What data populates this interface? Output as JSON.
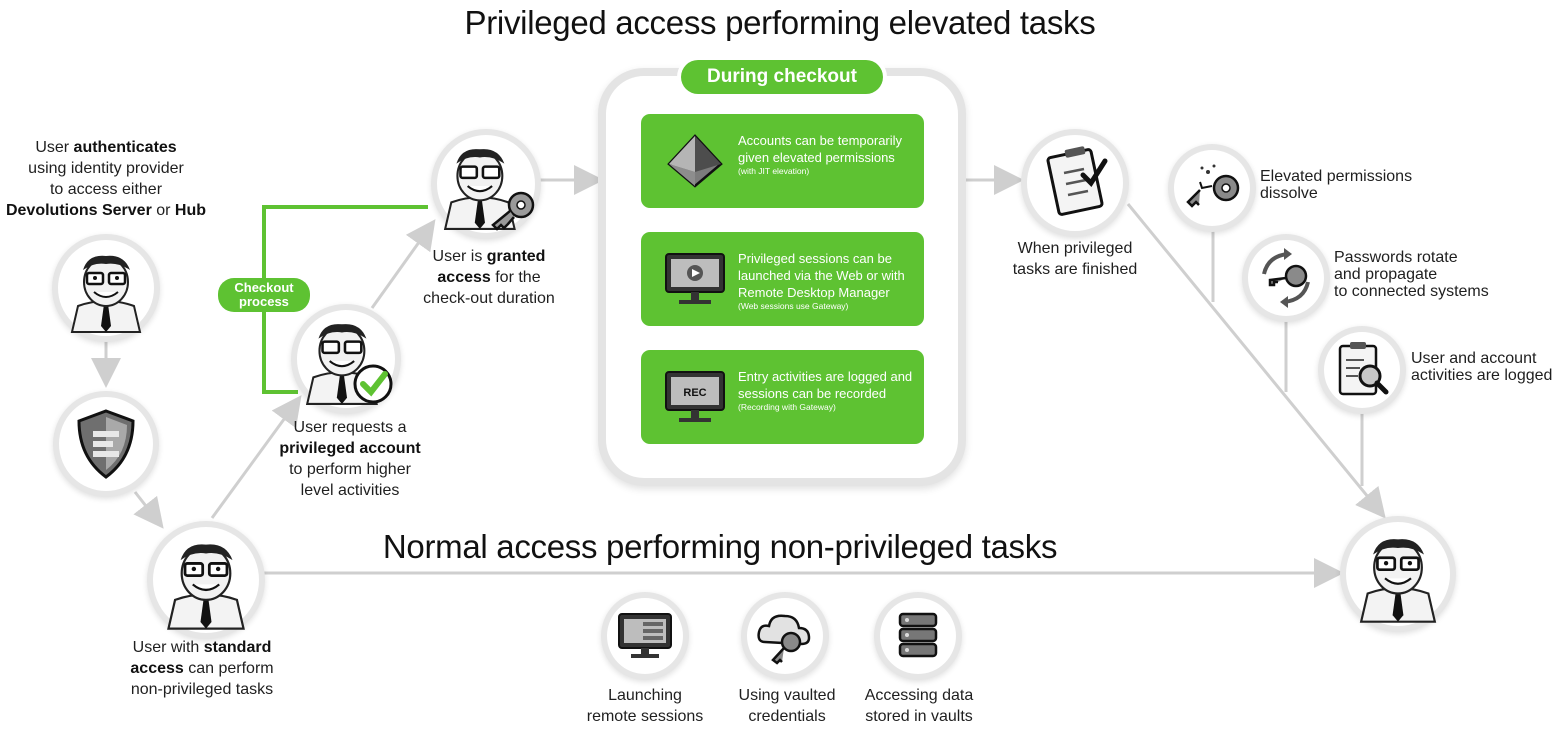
{
  "titles": {
    "top": "Privileged access performing elevated tasks",
    "middle": "Normal access performing non-privileged tasks"
  },
  "checkout_tag": {
    "line1": "Checkout",
    "line2": "process"
  },
  "panel": {
    "title": "During checkout",
    "cards": [
      {
        "text": "Accounts can be temporarily given elevated permissions",
        "note": "(with JIT elevation)",
        "icon": "crystal-icon"
      },
      {
        "text": "Privileged sessions can be launched via the Web or with Remote Desktop Manager",
        "note": "(Web sessions use Gateway)",
        "icon": "monitor-play-icon"
      },
      {
        "text": "Entry activities are logged and sessions can be recorded",
        "note": "(Recording with Gateway)",
        "icon": "monitor-rec-icon",
        "rec_label": "REC"
      }
    ]
  },
  "steps": {
    "authenticate": {
      "pre": "User ",
      "bold1": "authenticates",
      "line2": "using identity provider",
      "line3": "to access either",
      "bold2": "Devolutions Server",
      "mid": " or ",
      "bold3": "Hub"
    },
    "standard": {
      "pre": "User with ",
      "bold1": "standard",
      "bold2": "access",
      "post": " can perform",
      "line3": "non-privileged tasks"
    },
    "request": {
      "line1": "User requests a",
      "bold": "privileged account",
      "line3": "to perform higher",
      "line4": "level activities"
    },
    "granted": {
      "pre": "User is ",
      "bold1": "granted",
      "bold2": "access",
      "post": " for the",
      "line3": "check-out duration"
    },
    "finished": {
      "line1": "When privileged",
      "line2": "tasks are finished"
    }
  },
  "after": [
    {
      "line1": "Elevated permissions",
      "line2": "dissolve",
      "icon": "broken-key-icon"
    },
    {
      "line1": "Passwords rotate",
      "line2": "and propagate",
      "line3": "to connected systems",
      "icon": "rotate-key-icon"
    },
    {
      "line1": "User and account",
      "line2": "activities are logged",
      "icon": "clipboard-magnifier-icon"
    }
  ],
  "normal": [
    {
      "line1": "Launching",
      "line2": "remote sessions",
      "icon": "monitor-list-icon"
    },
    {
      "line1": "Using vaulted",
      "line2": "credentials",
      "icon": "cloud-key-icon"
    },
    {
      "line1": "Accessing data",
      "line2": "stored in vaults",
      "icon": "database-icon"
    }
  ],
  "colors": {
    "accent": "#5ec232",
    "line": "#cfcfcf"
  }
}
